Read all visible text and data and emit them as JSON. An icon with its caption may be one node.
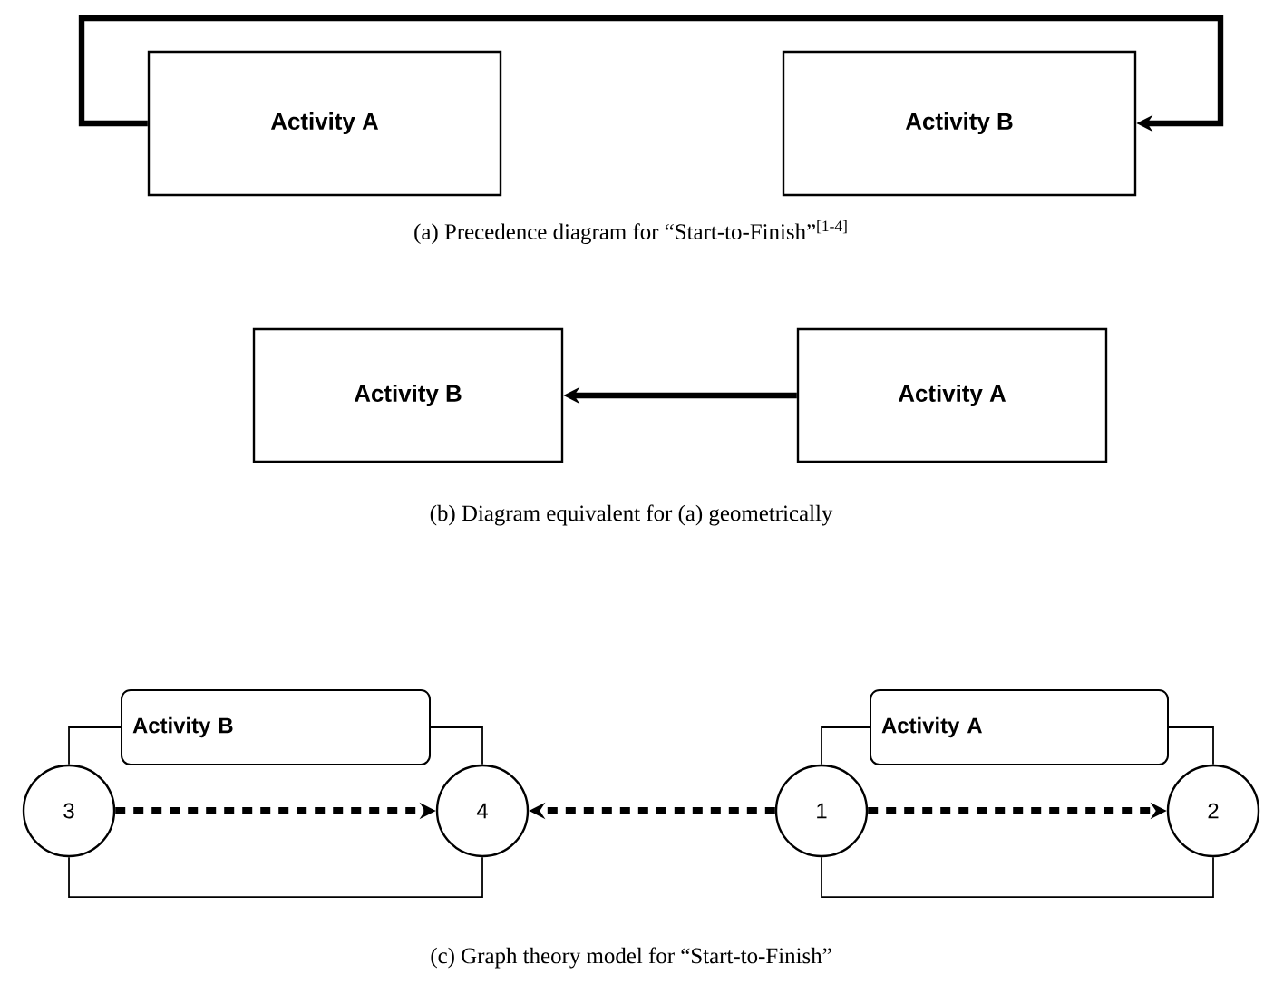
{
  "diagram": {
    "nodes": [
      {
        "text": [
          "Activity A"
        ]
      },
      {
        "text": [
          "Activity B"
        ]
      },
      {
        "text": [
          "Activity B"
        ]
      },
      {
        "text": [
          "Activity A"
        ]
      },
      {
        "text": [
          "Activity B"
        ]
      },
      {
        "text": [
          "3"
        ]
      },
      {
        "text": [
          "4"
        ]
      },
      {
        "text": [
          "Activity A"
        ]
      },
      {
        "text": [
          "1"
        ]
      },
      {
        "text": [
          "2"
        ]
      }
    ],
    "edges": [
      {
        "from": 0,
        "to": 1,
        "arrow": "to",
        "style": "thick"
      },
      {
        "from": 3,
        "to": 2,
        "arrow": "to",
        "style": "thick"
      },
      {
        "from": 5,
        "to": 4,
        "arrow": "none"
      },
      {
        "from": 4,
        "to": 6,
        "arrow": "none"
      },
      {
        "from": 5,
        "to": 6,
        "arrow": "none"
      },
      {
        "from": 8,
        "to": 7,
        "arrow": "none"
      },
      {
        "from": 7,
        "to": 9,
        "arrow": "none"
      },
      {
        "from": 8,
        "to": 9,
        "arrow": "none"
      },
      {
        "from": 5,
        "to": 6,
        "arrow": "to",
        "style": "dashed"
      },
      {
        "from": 8,
        "to": 6,
        "arrow": "to",
        "style": "dashed"
      },
      {
        "from": 8,
        "to": 9,
        "arrow": "to",
        "style": "dashed"
      }
    ],
    "labels": [
      "(a) Precedence diagram for “Start-to-Finish”$^{[1-4]}$",
      "(b) Diagram equivalent for (a) geometrically",
      "(c) Graph theory model for “Start-to-Finish”"
    ]
  }
}
